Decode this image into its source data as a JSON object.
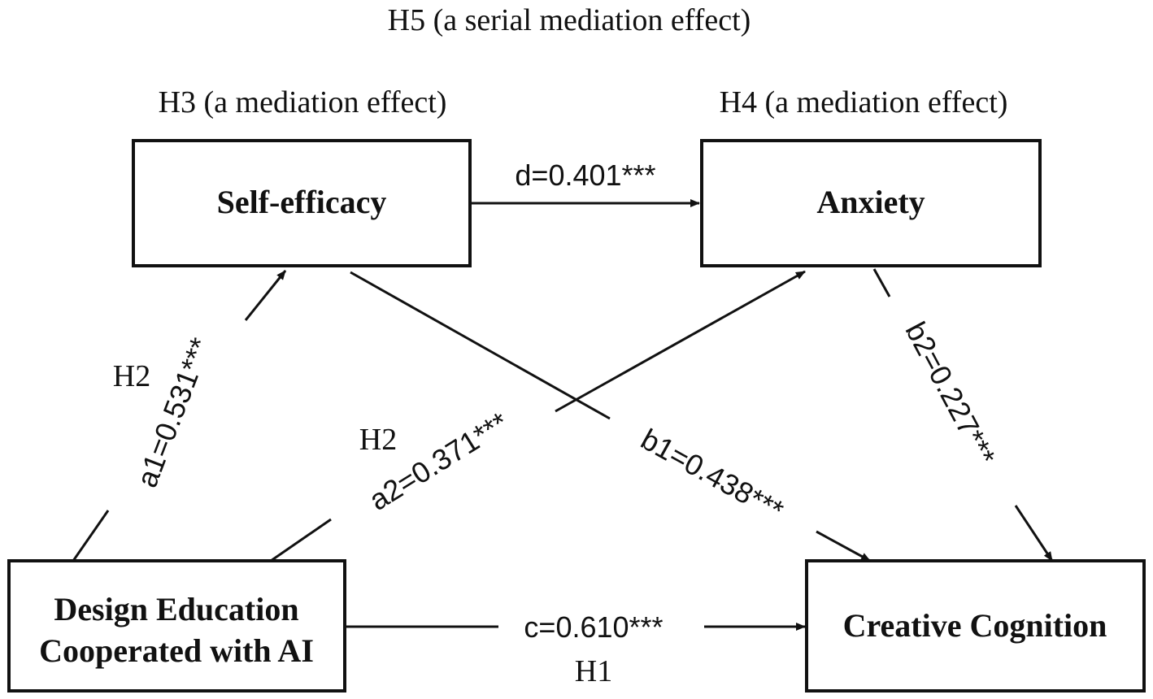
{
  "diagram": {
    "title": "H5 (a serial mediation effect)",
    "nodes": {
      "self_efficacy": {
        "label": "Self-efficacy",
        "header": "H3 (a mediation effect)"
      },
      "anxiety": {
        "label": "Anxiety",
        "header": "H4 (a mediation effect)"
      },
      "design_education": {
        "label_line1": "Design Education",
        "label_line2": "Cooperated with AI"
      },
      "creative_cognition": {
        "label": "Creative Cognition"
      }
    },
    "edges": {
      "a1": {
        "coef": "a1=0.531***",
        "hypothesis": "H2",
        "from": "Design Education Cooperated with AI",
        "to": "Self-efficacy"
      },
      "a2": {
        "coef": "a2=0.371***",
        "hypothesis": "H2",
        "from": "Design Education Cooperated with AI",
        "to": "Anxiety"
      },
      "d": {
        "coef": "d=0.401***",
        "from": "Self-efficacy",
        "to": "Anxiety"
      },
      "b1": {
        "coef": "b1=0.438***",
        "from": "Self-efficacy",
        "to": "Creative Cognition"
      },
      "b2": {
        "coef": "b2=0.227***",
        "from": "Anxiety",
        "to": "Creative Cognition"
      },
      "c": {
        "coef": "c=0.610***",
        "hypothesis": "H1",
        "from": "Design Education Cooperated with AI",
        "to": "Creative Cognition"
      }
    },
    "colors": {
      "stroke": "#111111",
      "background": "#ffffff"
    }
  }
}
